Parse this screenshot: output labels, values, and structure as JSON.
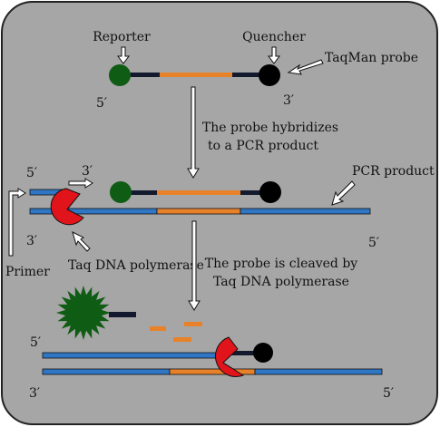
{
  "labels": {
    "reporter": "Reporter",
    "quencher": "Quencher",
    "taqman_probe": "TaqMan probe",
    "hybridize_line1": "The probe hybridizes",
    "hybridize_line2": "to a PCR product",
    "pcr_product": "PCR product",
    "primer": "Primer",
    "taq_polymerase": "Taq DNA polymerase",
    "cleave_line1": "The probe is cleaved by",
    "cleave_line2": "Taq DNA polymerase"
  },
  "ends": {
    "five_prime": "5′",
    "three_prime": "3′"
  },
  "colors": {
    "background": "#a6a6a6",
    "border": "#222222",
    "reporter_green": "#0f5c14",
    "quencher_black": "#000000",
    "probe_orange": "#e8822a",
    "probe_dark": "#141a2e",
    "dna_blue": "#2f76c4",
    "polymerase_red": "#e0141a"
  }
}
